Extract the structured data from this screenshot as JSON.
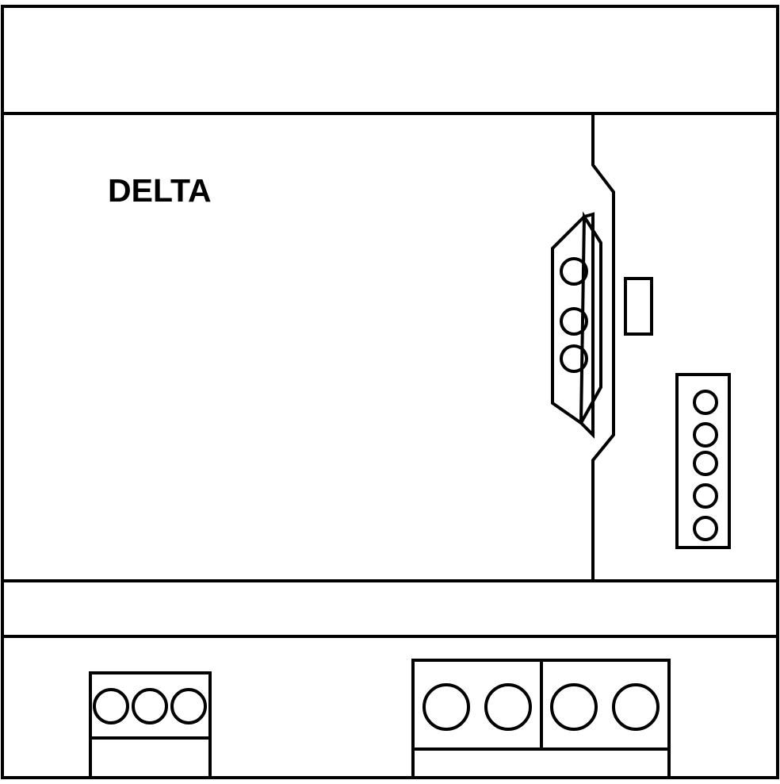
{
  "device": {
    "brand_label": "DELTA",
    "line_color": "#000000",
    "background_color": "#ffffff",
    "serial_port": {
      "pin_count": 3
    },
    "indicator_led_count": 5,
    "left_terminal_block": {
      "terminal_count": 3
    },
    "right_terminal_block": {
      "terminal_count": 4
    }
  }
}
